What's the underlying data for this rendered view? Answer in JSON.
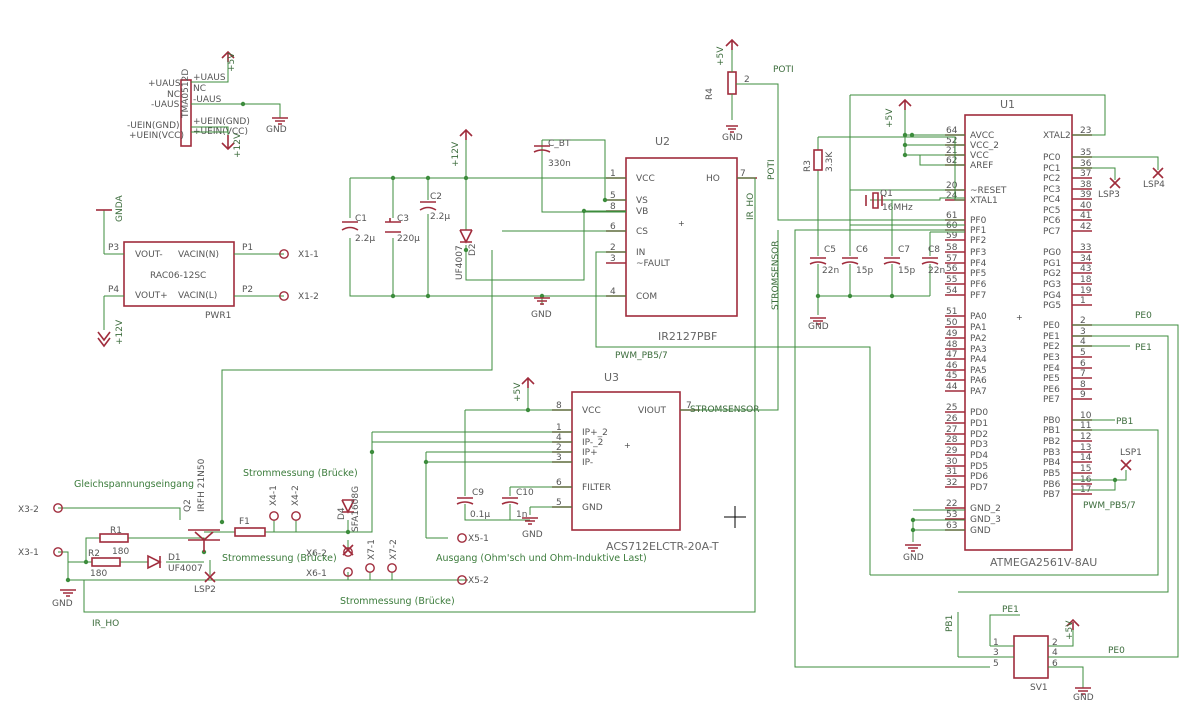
{
  "parts": {
    "u1_name": "U1",
    "u1_value": "ATMEGA2561V-8AU",
    "u2_name": "U2",
    "u2_value": "IR2127PBF",
    "u3_name": "U3",
    "u3_value": "ACS712ELCTR-20A-T",
    "tma_name": "TMA0512D",
    "pwr1_name": "PWR1",
    "pwr1_value": "RAC06-12SC",
    "sv1": "SV1",
    "r1": "R1",
    "r1v": "180",
    "r2": "R2",
    "r2v": "180",
    "r3": "R3",
    "r3v": "3.3K",
    "r4": "R4",
    "c1": "C1",
    "c1v": "2.2µ",
    "c2": "C2",
    "c2v": "2.2µ",
    "c3": "C3",
    "c3v": "220µ",
    "c5": "C5",
    "c5v": "22n",
    "c6": "C6",
    "c6v": "15p",
    "c7": "C7",
    "c7v": "15p",
    "c8": "C8",
    "c8v": "22n",
    "c9": "C9",
    "c9v": "0.1µ",
    "c10": "C10",
    "c10v": "1n",
    "cbt": "C_BT",
    "cbtv": "330n",
    "q1": "Q1",
    "q1v": "16MHz",
    "q2": "Q2",
    "q2v": "IRFH 21N50",
    "d1": "D1",
    "d1v": "UF4007",
    "d2": "D2",
    "d2v": "UF4007",
    "d4": "D4",
    "d4v": "SFA1608G",
    "f1": "F1",
    "lsp1": "LSP1",
    "lsp2": "LSP2",
    "lsp3": "LSP3",
    "lsp4": "LSP4"
  },
  "u1_left": {
    "pins": [
      "64",
      "52",
      "21",
      "62",
      "20",
      "24",
      "61",
      "60",
      "59",
      "58",
      "57",
      "56",
      "55",
      "54",
      "51",
      "50",
      "49",
      "48",
      "47",
      "46",
      "45",
      "44",
      "25",
      "26",
      "27",
      "28",
      "29",
      "30",
      "31",
      "32",
      "22",
      "53",
      "63"
    ],
    "labels": [
      "AVCC",
      "VCC_2",
      "VCC",
      "AREF",
      "~RESET",
      "XTAL1",
      "PF0",
      "PF1",
      "PF2",
      "PF3",
      "PF4",
      "PF5",
      "PF6",
      "PF7",
      "PA0",
      "PA1",
      "PA2",
      "PA3",
      "PA4",
      "PA5",
      "PA6",
      "PA7",
      "PD0",
      "PD1",
      "PD2",
      "PD3",
      "PD4",
      "PD5",
      "PD6",
      "PD7",
      "GND_2",
      "GND_3",
      "GND"
    ]
  },
  "u1_right": {
    "pins": [
      "23",
      "35",
      "36",
      "37",
      "38",
      "39",
      "40",
      "41",
      "42",
      "33",
      "34",
      "43",
      "18",
      "19",
      "1",
      "2",
      "3",
      "4",
      "5",
      "6",
      "7",
      "8",
      "9",
      "10",
      "11",
      "12",
      "13",
      "14",
      "15",
      "16",
      "17"
    ],
    "labels": [
      "XTAL2",
      "PC0",
      "PC1",
      "PC2",
      "PC3",
      "PC4",
      "PC5",
      "PC6",
      "PC7",
      "PG0",
      "PG1",
      "PG2",
      "PG3",
      "PG4",
      "PG5",
      "PE0",
      "PE1",
      "PE2",
      "PE3",
      "PE4",
      "PE5",
      "PE6",
      "PE7",
      "PB0",
      "PB1",
      "PB2",
      "PB3",
      "PB4",
      "PB5",
      "PB6",
      "PB7"
    ]
  },
  "u2": {
    "pins_left": [
      "1",
      "5",
      "8",
      "6",
      "2",
      "3",
      "4"
    ],
    "labels_left": [
      "VCC",
      "VS",
      "VB",
      "CS",
      "IN",
      "~FAULT",
      "COM"
    ],
    "pin_right": "7",
    "label_right": "HO"
  },
  "u3": {
    "pins_left": [
      "8",
      "1",
      "4",
      "2",
      "3",
      "6",
      "5"
    ],
    "labels_left": [
      "VCC",
      "IP+_2",
      "IP-_2",
      "IP+",
      "IP-",
      "FILTER",
      "GND"
    ],
    "pin_right": "7",
    "label_right": "VIOUT"
  },
  "tma": {
    "labels": [
      "+UAUS",
      "NC",
      "-UAUS",
      "-UEIN(GND)",
      "+UEIN(VCC)"
    ],
    "right": [
      "+UAUS",
      "NC",
      "-UAUS",
      "+UEIN(GND)",
      "+UEIN(VCC)"
    ]
  },
  "pwr1": {
    "left": [
      "VOUT-",
      "VOUT+"
    ],
    "right": [
      "VACIN(N)",
      "VACIN(L)"
    ],
    "pins": [
      "P3",
      "P4",
      "P1",
      "P2"
    ]
  },
  "sv1": {
    "pins": [
      "1",
      "2",
      "3",
      "4",
      "5",
      "6"
    ]
  },
  "nets": {
    "poti": "POTI",
    "ir_ho": "IR_HO",
    "pwm": "PWM_PB5/7",
    "strom": "STROMSENSOR",
    "pe0": "PE0",
    "pe1": "PE1",
    "pb1": "PB1",
    "gnd": "GND",
    "gnda": "GNDA",
    "p5v": "+5V",
    "p12v": "+12V",
    "uaus": "UAUS"
  },
  "connectors": [
    "X1-1",
    "X1-2",
    "X3-2",
    "X3-1",
    "X4-1",
    "X4-2",
    "X5-1",
    "X5-2",
    "X6-1",
    "X6-2",
    "X7-1",
    "X7-2"
  ],
  "annotations": {
    "gleich": "Gleichspannungseingang",
    "strom_bruecke": "Strommessung (Brücke)",
    "strom_bruecke2": "Strommessung (Brücke)",
    "strom_bruecke3": "Strommessung (Brücke)",
    "ausgang": "Ausgang (Ohm'sch und Ohm-Induktive Last)"
  }
}
